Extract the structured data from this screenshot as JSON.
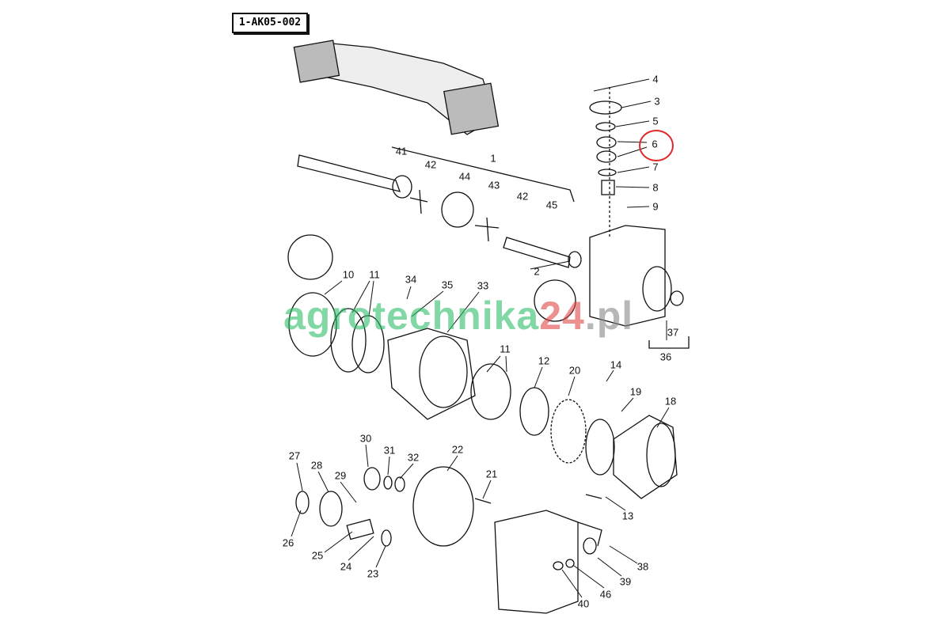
{
  "diagram_code": "1-AK05-002",
  "watermark": {
    "part1": "agrotechnika",
    "part2": "24",
    "part3": ".pl"
  },
  "highlight_color": "#e0282a",
  "highlighted_part": "6",
  "labels": [
    "4",
    "3",
    "5",
    "6",
    "7",
    "8",
    "9",
    "41",
    "1",
    "42",
    "44",
    "43",
    "42",
    "45",
    "2",
    "10",
    "11",
    "34",
    "35",
    "33",
    "37",
    "36",
    "11",
    "12",
    "20",
    "14",
    "19",
    "18",
    "30",
    "31",
    "32",
    "22",
    "27",
    "28",
    "29",
    "21",
    "13",
    "26",
    "25",
    "24",
    "23",
    "38",
    "39",
    "46",
    "40"
  ]
}
